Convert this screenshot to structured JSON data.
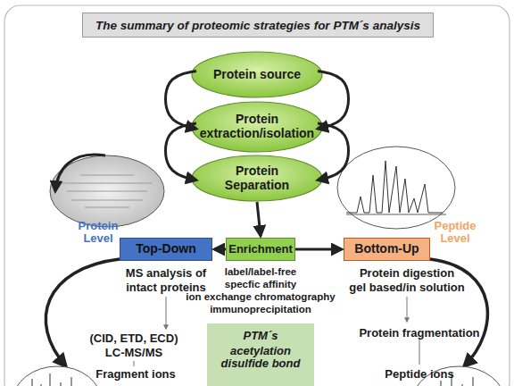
{
  "diagram": {
    "title": "The summary of proteomic strategies for PTM´s analysis",
    "nodes": [
      {
        "text": [
          "Protein source"
        ]
      },
      {
        "text": [
          "Protein extraction/isolation"
        ]
      },
      {
        "text": [
          "Protein Separation"
        ]
      },
      {
        "text": [
          "Top-Down"
        ]
      },
      {
        "text": [
          "Enrichment"
        ]
      },
      {
        "text": [
          "Bottom-Up"
        ]
      },
      {
        "text": [
          "PTM´s",
          "acetylation disulfide bond"
        ]
      }
    ],
    "edges": [
      {
        "from": 0,
        "to": 1,
        "arrow": "to"
      },
      {
        "from": 1,
        "to": 2,
        "arrow": "to"
      },
      {
        "from": 0,
        "to": 1,
        "arrow": "to"
      },
      {
        "from": 1,
        "to": 2,
        "arrow": "to"
      },
      {
        "from": 2,
        "to": 4,
        "arrow": "to"
      },
      {
        "from": 4,
        "to": 3,
        "arrow": "to"
      },
      {
        "from": 4,
        "to": 5,
        "arrow": "to"
      }
    ],
    "labels": [
      "Protein Level",
      "Peptide Level",
      "MS analysis of",
      "intact proteins",
      "label/label-free",
      "specfic affinity",
      "ion exchange chromatography",
      "immunoprecipitation",
      "Protein digestion",
      "gel based/in solution",
      "Protein fragmentation",
      "(CID, ETD, ECD)",
      "LC-MS/MS",
      "Fragment ions",
      "Peptide ions"
    ]
  }
}
